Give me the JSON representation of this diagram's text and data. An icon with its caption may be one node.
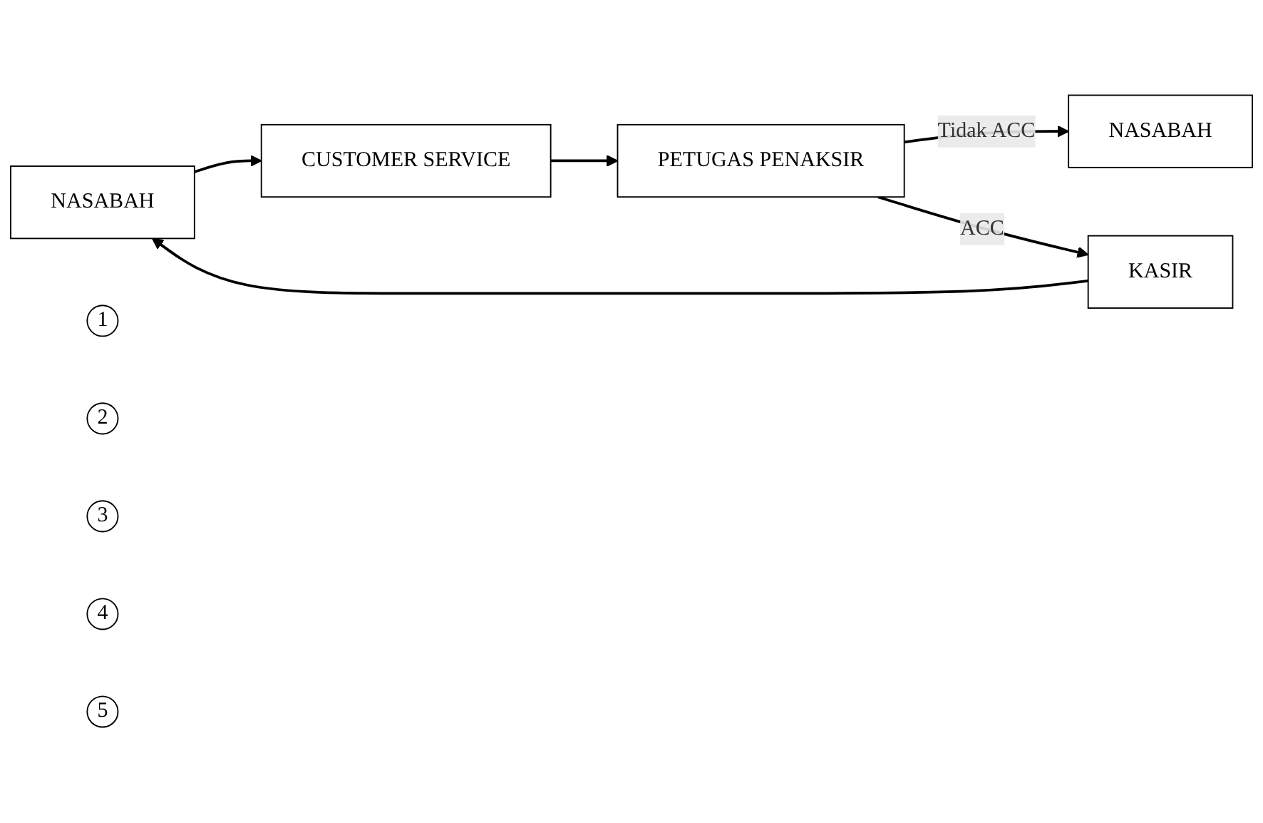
{
  "diagram": {
    "nodes": [
      {
        "text": [
          "NASABAH"
        ]
      },
      {
        "text": [
          "CUSTOMER SERVICE"
        ]
      },
      {
        "text": [
          "PETUGAS PENAKSIR"
        ]
      },
      {
        "text": [
          "KASIR"
        ]
      },
      {
        "text": [
          "NASABAH"
        ]
      },
      {
        "text": [
          "1"
        ]
      },
      {
        "text": [
          "2"
        ]
      },
      {
        "text": [
          "3"
        ]
      },
      {
        "text": [
          "4"
        ]
      },
      {
        "text": [
          "5"
        ]
      }
    ],
    "edges": [
      {
        "from": 0,
        "to": 1,
        "arrow": "to"
      },
      {
        "from": 1,
        "to": 2,
        "arrow": "to"
      },
      {
        "from": 2,
        "to": 4,
        "arrow": "to",
        "label": "Tidak ACC"
      },
      {
        "from": 2,
        "to": 3,
        "arrow": "to",
        "label": "ACC"
      },
      {
        "from": 3,
        "to": 0,
        "arrow": "to"
      }
    ]
  }
}
